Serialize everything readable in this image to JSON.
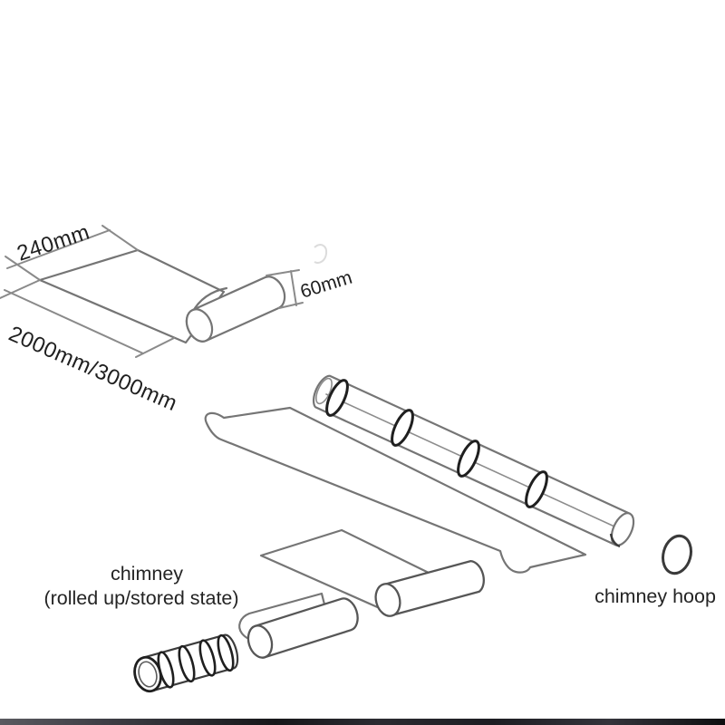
{
  "diagram": {
    "dimension_labels": {
      "width": "240mm",
      "length": "2000mm/3000mm",
      "diameter": "60mm"
    },
    "annotations": {
      "chimney_title": "chimney",
      "chimney_subtitle": "(rolled up/stored state)",
      "hoop_label": "chimney hoop"
    },
    "colors": {
      "outline": "#757575",
      "dark_outline": "#565656",
      "ring": "#1f1f1f",
      "dimension_line": "#8a8a8a",
      "label_text": "#242424",
      "background": "#ffffff",
      "bottom_band_dark": "#141417",
      "bottom_band_light": "#5a5a60"
    }
  }
}
